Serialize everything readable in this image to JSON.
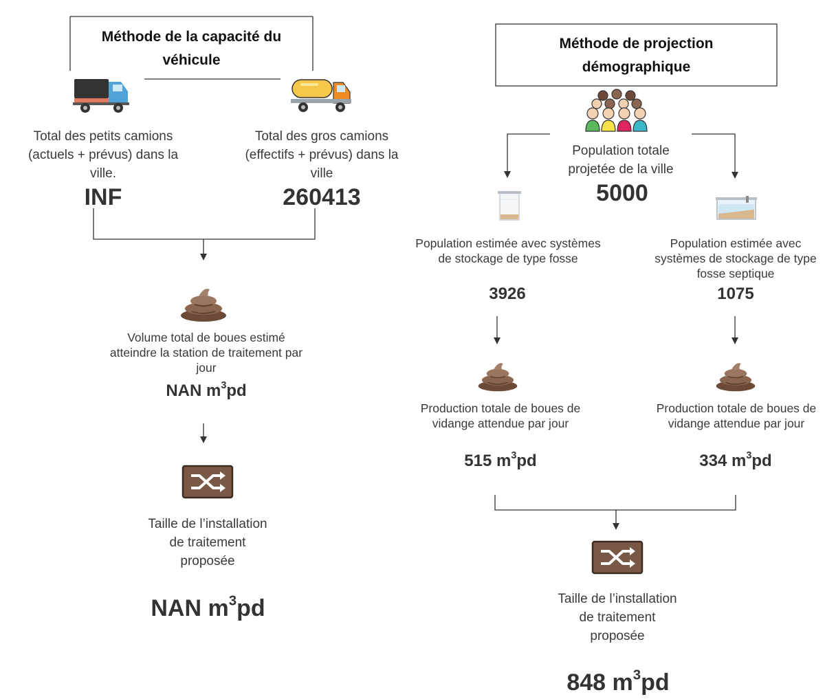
{
  "left": {
    "title": "Méthode de la capacité du véhicule",
    "small_trucks_label": "Total des petits camions (actuels + prévus) dans la ville.",
    "small_trucks_value": "INF",
    "large_trucks_label": "Total des gros camions (effectifs + prévus) dans la ville",
    "large_trucks_value": "260413",
    "sludge_label": "Volume total de boues estimé atteindre la station de traitement par jour",
    "sludge_value": "NAN",
    "facility_label": "Taille de l’installation de traitement proposée",
    "facility_value": "NAN",
    "unit_prefix": "m",
    "unit_exp": "3",
    "unit_suffix": "pd"
  },
  "right": {
    "title": "Méthode de projection démographique",
    "population_label": "Population totale projetée de la ville",
    "population_value": "5000",
    "pit_label": "Population estimée avec systèmes de stockage de type fosse",
    "pit_value": "3926",
    "septic_label": "Population estimée avec systèmes de stockage de type fosse septique",
    "septic_value": "1075",
    "pit_production_label": "Production totale de boues de vidange attendue par jour",
    "pit_production_value": "515",
    "septic_production_label": "Production totale de boues de vidange attendue par jour",
    "septic_production_value": "334",
    "facility_label": "Taille de l’installation de traitement proposée",
    "facility_value": "848",
    "unit_prefix": "m",
    "unit_exp": "3",
    "unit_suffix": "pd"
  },
  "icons": {
    "small_truck": "dump-truck-icon",
    "large_truck": "tanker-truck-icon",
    "crowd": "crowd-icon",
    "pit_tank": "pit-latrine-tank-icon",
    "septic_tank": "septic-tank-icon",
    "sludge": "sludge-icon",
    "treatment": "treatment-plant-icon"
  },
  "colors": {
    "sludge_brown": "#8a6650",
    "sludge_dark": "#5e4232",
    "plant_brown": "#7a5846",
    "line": "#333333"
  }
}
